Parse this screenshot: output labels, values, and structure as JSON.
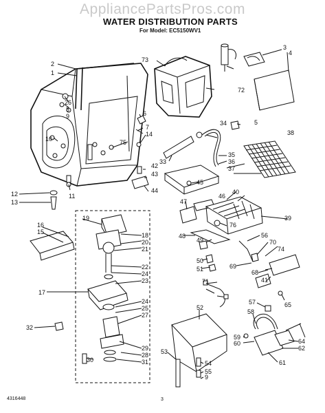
{
  "watermark": "AppliancePartsPros.com",
  "header": {
    "title": "WATER DISTRIBUTION PARTS",
    "subtitle": "For Model: EC5150WV1"
  },
  "callouts": [
    "2",
    "1",
    "26",
    "8",
    "9",
    "10",
    "11",
    "12",
    "13",
    "73",
    "3",
    "4",
    "72",
    "6",
    "7",
    "14",
    "5",
    "34",
    "75",
    "42",
    "43",
    "44",
    "33",
    "45",
    "35",
    "36",
    "37",
    "38",
    "46",
    "40",
    "47",
    "39",
    "76",
    "48",
    "49",
    "50",
    "51",
    "56",
    "70",
    "74",
    "68",
    "41",
    "69",
    "71",
    "16",
    "15",
    "19",
    "18",
    "20",
    "21",
    "22",
    "24",
    "23",
    "17",
    "24",
    "25",
    "27",
    "29",
    "28",
    "31",
    "30",
    "32",
    "52",
    "57",
    "65",
    "58",
    "59",
    "60",
    "64",
    "62",
    "53",
    "54",
    "55",
    "9",
    "61"
  ],
  "footer": {
    "part_number": "4316448",
    "page_number": "3"
  }
}
